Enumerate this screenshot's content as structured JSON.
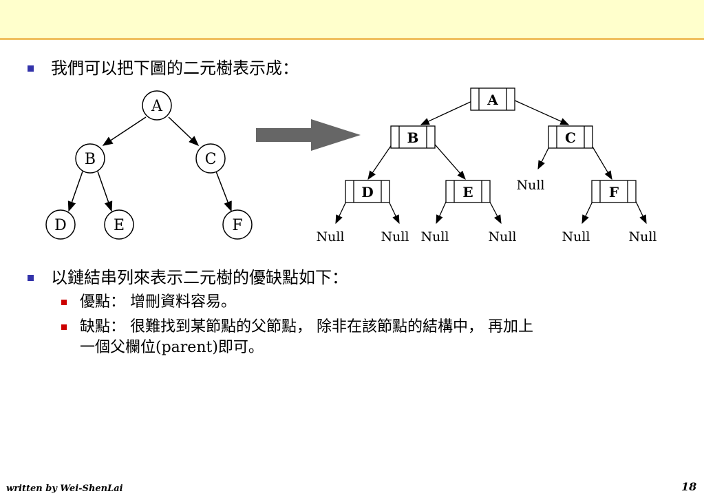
{
  "bullets": {
    "intro": "我們可以把下圖的二元樹表示成：",
    "pros_cons_heading": "以鏈結串列來表示二元樹的優缺點如下：",
    "advantage": "優點： 增刪資料容易。",
    "disadvantage_line1": "缺點： 很難找到某節點的父節點， 除非在該節點的結構中， 再加上",
    "disadvantage_line2": "一個父欄位(parent)即可。"
  },
  "tree": {
    "nodes": [
      "A",
      "B",
      "C",
      "D",
      "E",
      "F"
    ],
    "null_label": "Null"
  },
  "footer": {
    "author": "written by Wei-ShenLai",
    "page_number": "18"
  },
  "colors": {
    "header_band": "#ffffcc",
    "header_rule": "#f0c060",
    "bullet_main": "#3333aa",
    "bullet_sub": "#cc0000",
    "arrow": "#666666"
  }
}
